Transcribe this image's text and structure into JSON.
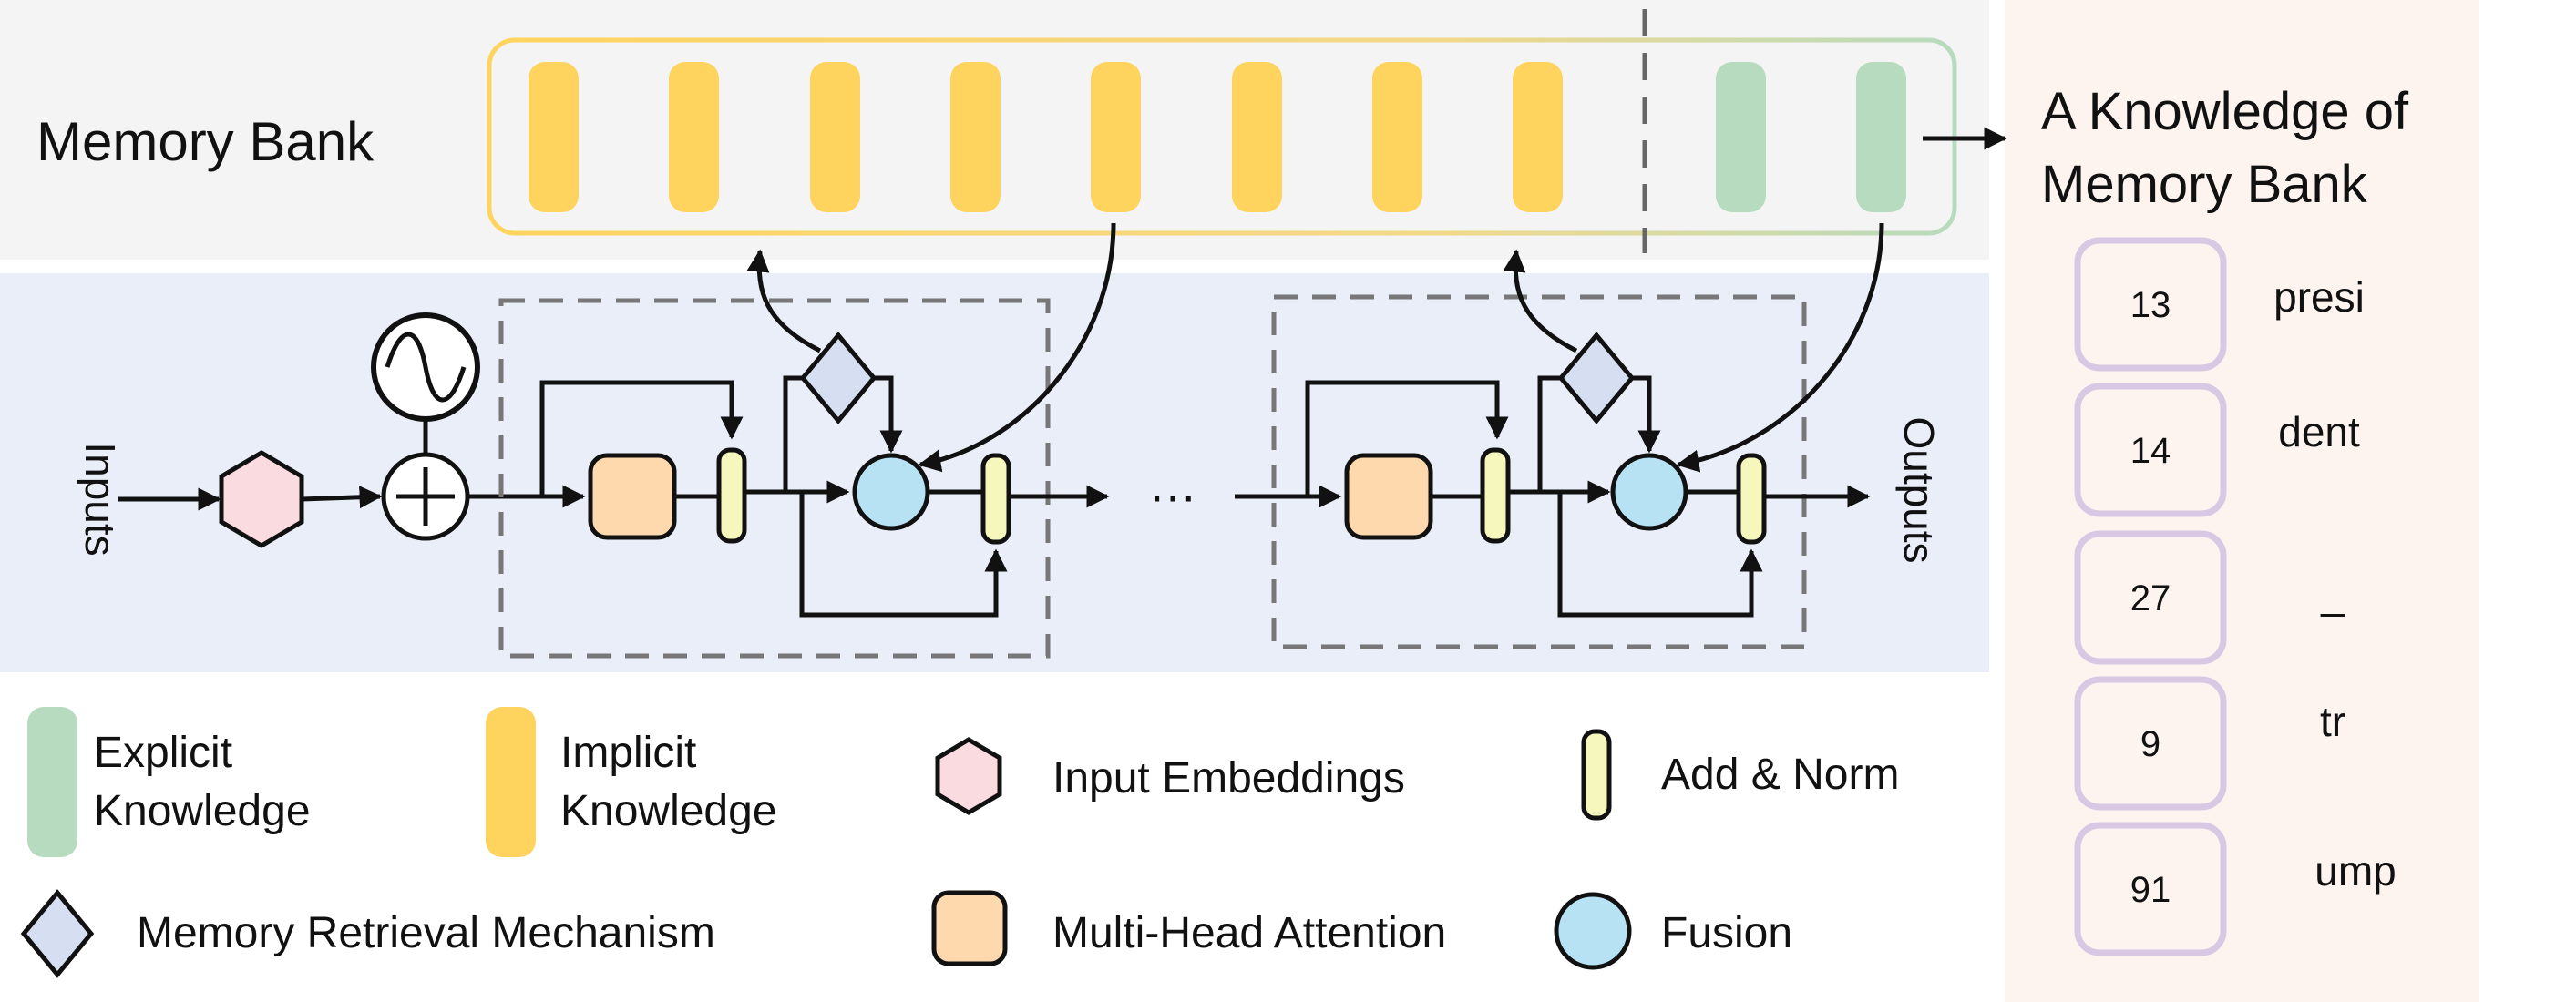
{
  "memory_bank": {
    "title": "Memory Bank",
    "implicit_slots": 8,
    "explicit_slots": 2
  },
  "knowledge_panel": {
    "title_line1": "A Knowledge of",
    "title_line2": "Memory Bank",
    "entries": [
      {
        "id": "13",
        "token": "presi"
      },
      {
        "id": "14",
        "token": "dent"
      },
      {
        "id": "27",
        "token": "_"
      },
      {
        "id": "9",
        "token": "tr"
      },
      {
        "id": "91",
        "token": "ump"
      }
    ]
  },
  "pipeline": {
    "input_label": "Inputs",
    "output_label": "Outputs",
    "ellipsis": "···"
  },
  "legend": {
    "explicit_line1": "Explicit",
    "explicit_line2": "Knowledge",
    "implicit_line1": "Implicit",
    "implicit_line2": "Knowledge",
    "input_embeddings": "Input Embeddings",
    "add_norm": "Add & Norm",
    "memory_retrieval": "Memory Retrieval Mechanism",
    "multi_head_attention": "Multi-Head Attention",
    "fusion": "Fusion"
  },
  "colors": {
    "implicit": "#FFD45E",
    "explicit": "#B7DBBE",
    "input_embedding": "#FADBE0",
    "add_norm": "#F6F7BD",
    "memory_retrieval": "#D6DEF2",
    "attention": "#FFD9AE",
    "fusion": "#B7E2F4",
    "top_bg": "#F4F4F4",
    "mid_bg": "#E9EEF9",
    "right_bg": "#FDF4F0",
    "box_border": "#D8C8E4"
  }
}
